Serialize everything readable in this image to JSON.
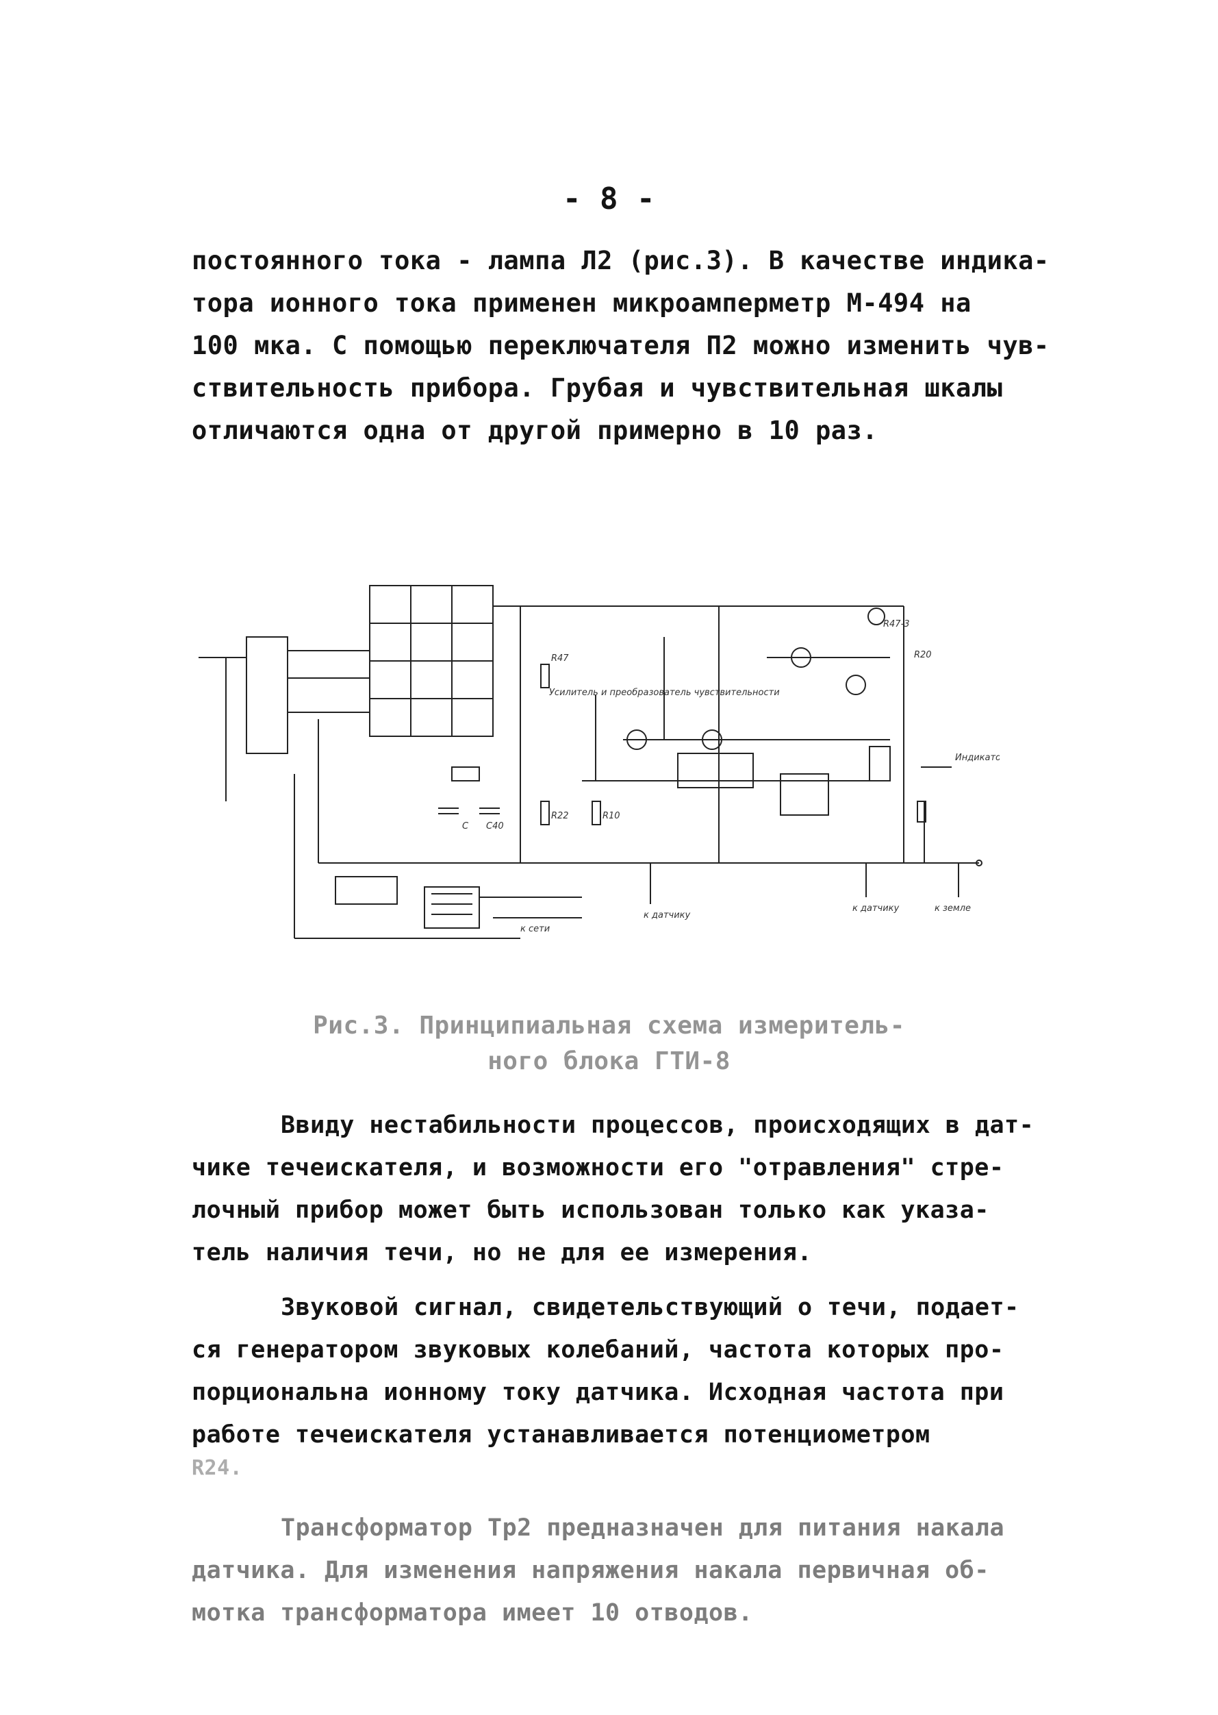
{
  "page_number": "- 8 -",
  "paragraph1": {
    "lines": [
      "постоянного тока - лампа Л2 (рис.3). В качестве индика-",
      "тора ионного тока применен микроамперметр М-494 на",
      "100 мка. С помощью переключателя П2 можно изменить чув-",
      "ствительность прибора. Грубая и чувствительная шкалы",
      "отличаются одна от другой примерно в 10 раз."
    ]
  },
  "figure": {
    "labels": {
      "r_top": "R47",
      "amplifier": "Усилитель и преобразователь чувствительности",
      "r_bottom": "R22",
      "r_bottom2": "R10",
      "c_mid": "C",
      "c_mid2": "C40",
      "rel_label": "R47-3",
      "r_right": "R20",
      "indicator": "Индикатор утечки",
      "to_sensor": "к датчику",
      "to_sensor2": "к датчику",
      "to_ground": "к земле",
      "supply": "к сети"
    },
    "caption_lines": [
      "Рис.3. Принципиальная схема измеритель-",
      "ного блока ГТИ-8"
    ]
  },
  "paragraph2": {
    "lines": [
      "Ввиду нестабильности процессов, происходящих в дат-",
      "чике течеискателя, и возможности его \"отравления\" стре-",
      "лочный прибор может быть использован только как указа-",
      "тель наличия течи, но не для ее измерения."
    ]
  },
  "paragraph3": {
    "lines": [
      "Звуковой сигнал, свидетельствующий о течи, подает-",
      "ся генератором звуковых колебаний, частота которых про-",
      "порциональна ионному току датчика. Исходная частота при",
      "работе течеискателя устанавливается потенциометром"
    ]
  },
  "fragment": "R24.",
  "paragraph4": {
    "lines": [
      "Трансформатор Тр2 предназначен для питания накала",
      "датчика. Для изменения напряжения накала первичная об-",
      "мотка трансформатора имеет 10 отводов."
    ]
  }
}
